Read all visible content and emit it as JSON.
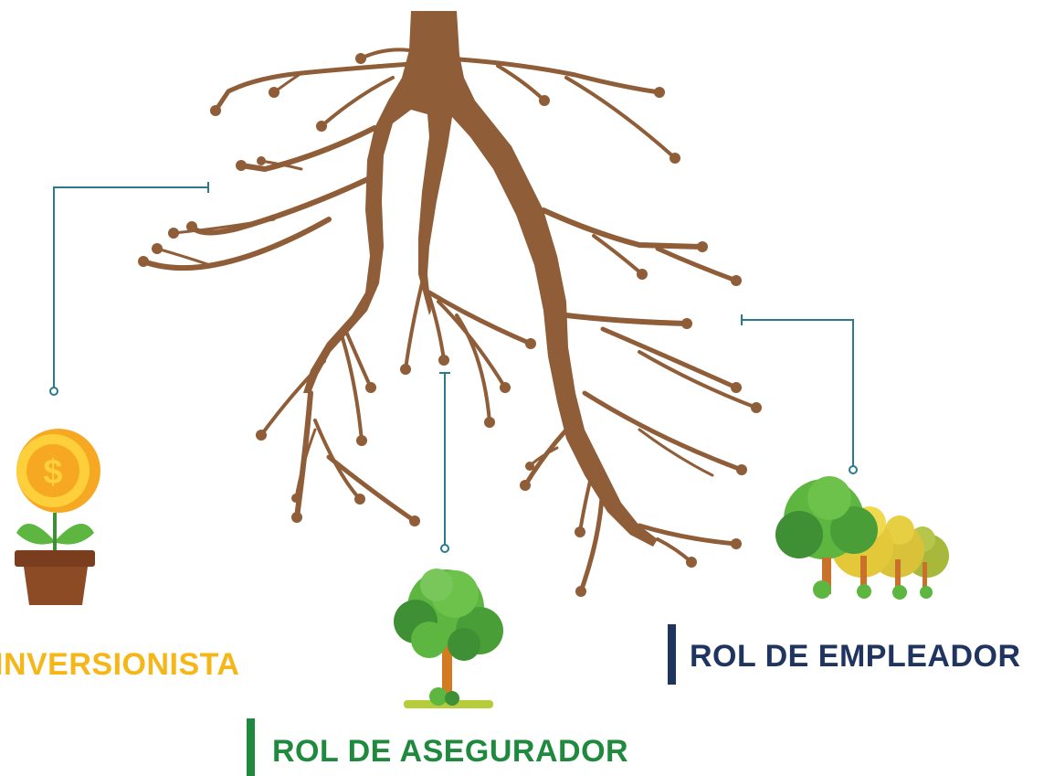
{
  "labels": {
    "inversionista": "INVERSIONISTA",
    "asegurador": "ROL DE ASEGURADOR",
    "empleador": "ROL DE EMPLEADOR"
  },
  "icons": {
    "root_system": "tree-roots-icon",
    "money_plant": "money-plant-pot-icon",
    "single_tree": "tree-icon",
    "forest": "forest-trees-icon"
  },
  "colors": {
    "root": "#8f5d38",
    "connector": "#2b7a8c",
    "inversionista": "#f5b617",
    "asegurador": "#1f8a3e",
    "empleador": "#1f3560",
    "coin": "#f7a823",
    "pot": "#7a3d1e",
    "leaf_green": "#5cb640",
    "leaf_dark": "#3f8f34",
    "leaf_yellow": "#e3c83a",
    "leaf_olive": "#a7b83a",
    "ground": "#b7cc3b"
  }
}
